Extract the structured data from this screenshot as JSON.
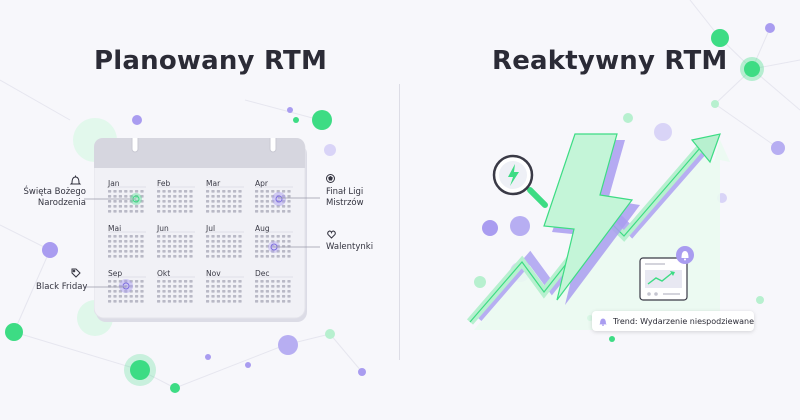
{
  "titles": {
    "left": "Planowany RTM",
    "right": "Reaktywny RTM"
  },
  "calendar": {
    "months": [
      "Jan",
      "Feb",
      "Mar",
      "Apr",
      "Mai",
      "Jun",
      "Jul",
      "Aug",
      "Sep",
      "Okt",
      "Nov",
      "Dec"
    ]
  },
  "callouts": {
    "christmas": {
      "line1": "Święta Bożego",
      "line2": "Narodzenia",
      "icon": "bell-icon"
    },
    "black_friday": {
      "line1": "Black Friday",
      "icon": "tag-icon"
    },
    "champions_final": {
      "line1": "Finał Ligi",
      "line2": "Mistrzów",
      "icon": "soccer-ball-icon"
    },
    "valentines": {
      "line1": "Walentynki",
      "icon": "heart-icon"
    }
  },
  "trend_badge": {
    "text": "Trend: Wydarzenie niespodziewane",
    "icon": "bell-icon"
  },
  "colors": {
    "green": "#3ddc84",
    "light_green": "#b7f0cf",
    "purple": "#a99cf0",
    "light_purple": "#d9d4f7",
    "dark_text": "#2b2b36"
  }
}
